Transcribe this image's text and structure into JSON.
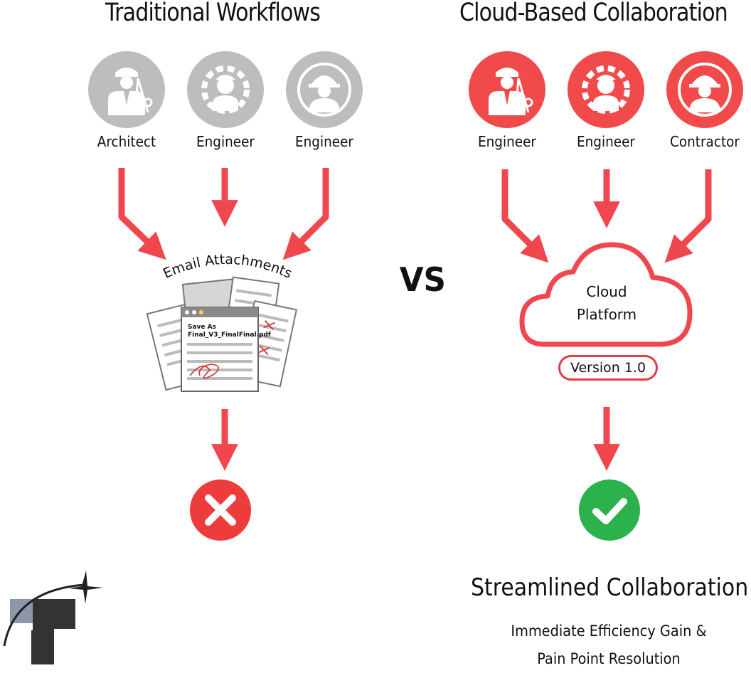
{
  "left": {
    "title": "Traditional Workflows",
    "roles": [
      "Architect",
      "Engineer",
      "Engineer"
    ],
    "hub_label": "Email Attachments",
    "doc_title_line1": "Save As",
    "doc_title_line2": "Final_V3_FinalFinal.pdf"
  },
  "vs_label": "VS",
  "right": {
    "title": "Cloud-Based Collaboration",
    "roles": [
      "Engineer",
      "Engineer",
      "Contractor"
    ],
    "cloud_line1": "Cloud",
    "cloud_line2": "Platform",
    "version": "Version 1.0",
    "result_title": "Streamlined Collaboration",
    "result_line1": "Immediate Efficiency Gain &",
    "result_line2": "Pain Point Resolution"
  },
  "colors": {
    "gray_avatar": "#bdbdbd",
    "red_avatar": "#f04a4a",
    "arrow": "#f0474e",
    "fail": "#ee3b3b",
    "success": "#2bb24c"
  }
}
